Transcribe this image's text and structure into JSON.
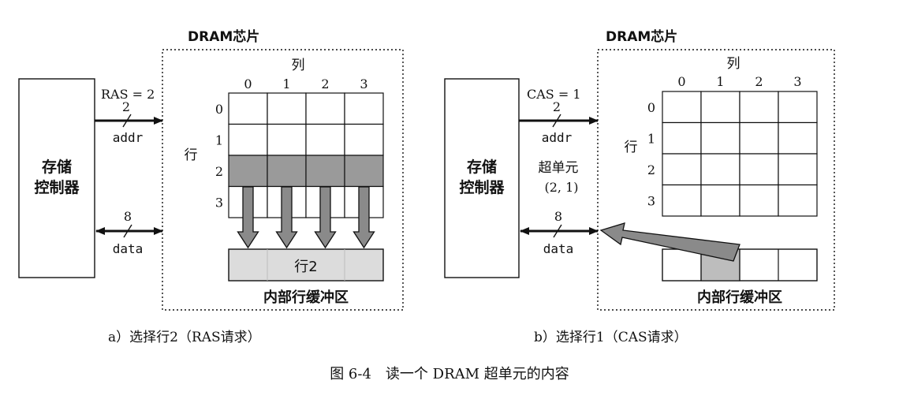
{
  "colors": {
    "ink": "#111111",
    "selected_row": "#9a9a9a",
    "buffer_fill": "#dcdcdc",
    "cell_fill": "#bdbdbd",
    "arrow_fill": "#8a8a8a"
  },
  "panel_a": {
    "chip_label": "DRAM芯片",
    "controller_label_line1": "存储",
    "controller_label_line2": "控制器",
    "addr_signal": "RAS = 2",
    "addr_width": "2",
    "addr_label": "addr",
    "data_width": "8",
    "data_label": "data",
    "col_title": "列",
    "row_title": "行",
    "col_labels": [
      "0",
      "1",
      "2",
      "3"
    ],
    "row_labels": [
      "0",
      "1",
      "2",
      "3"
    ],
    "selected_row": 2,
    "buffer_text": "行2",
    "buffer_label": "内部行缓冲区",
    "caption": "a）选择行2（RAS请求）"
  },
  "panel_b": {
    "chip_label": "DRAM芯片",
    "controller_label_line1": "存储",
    "controller_label_line2": "控制器",
    "addr_signal": "CAS = 1",
    "addr_width": "2",
    "addr_label": "addr",
    "data_width": "8",
    "data_label": "data",
    "col_title": "列",
    "row_title": "行",
    "col_labels": [
      "0",
      "1",
      "2",
      "3"
    ],
    "row_labels": [
      "0",
      "1",
      "2",
      "3"
    ],
    "selected_col": 1,
    "supercell_label": "超单元",
    "supercell_coord": "(2, 1)",
    "buffer_label": "内部行缓冲区",
    "caption": "b）选择行1（CAS请求）"
  },
  "figure_caption": "图 6-4　读一个 DRAM 超单元的内容"
}
